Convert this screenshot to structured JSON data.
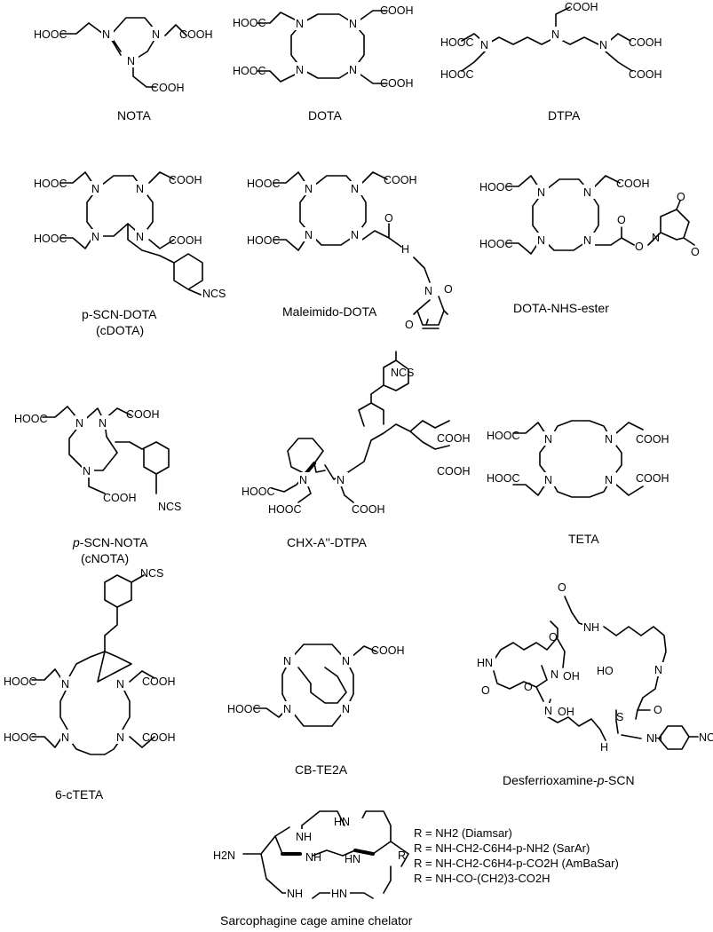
{
  "captions": {
    "nota": "NOTA",
    "dota": "DOTA",
    "dtpa": "DTPA",
    "pscn_dota_1": "p-SCN-DOTA",
    "pscn_dota_2": "(cDOTA)",
    "maleimido_dota": "Maleimido-DOTA",
    "dota_nhs": "DOTA-NHS-ester",
    "pscn_nota_prefix": "p",
    "pscn_nota_rest": "-SCN-NOTA",
    "pscn_nota_2": "(cNOTA)",
    "chx_dtpa": "CHX-A''-DTPA",
    "teta": "TETA",
    "cteta": "6-cTETA",
    "cb_te2a": "CB-TE2A",
    "dfo_pre": "Desferrioxamine-",
    "dfo_p": "p",
    "dfo_post": "-SCN",
    "sarcophagine": "Sarcophagine cage amine chelator"
  },
  "labels": {
    "cooh": "COOH",
    "hooc": "HOOC",
    "n": "N",
    "nh": "NH",
    "hn": "HN",
    "ncs": "NCS",
    "o": "O",
    "oh": "OH",
    "ho": "HO",
    "s": "S",
    "h": "H",
    "h2n": "H2N",
    "r": "R",
    "o_link": "O"
  },
  "sar_legend": [
    "R = NH2 (Diamsar)",
    "R = NH-CH2-C6H4-p-NH2 (SarAr)",
    "R = NH-CH2-C6H4-p-CO2H (AmBaSar)",
    "R = NH-CO-(CH2)3-CO2H"
  ]
}
